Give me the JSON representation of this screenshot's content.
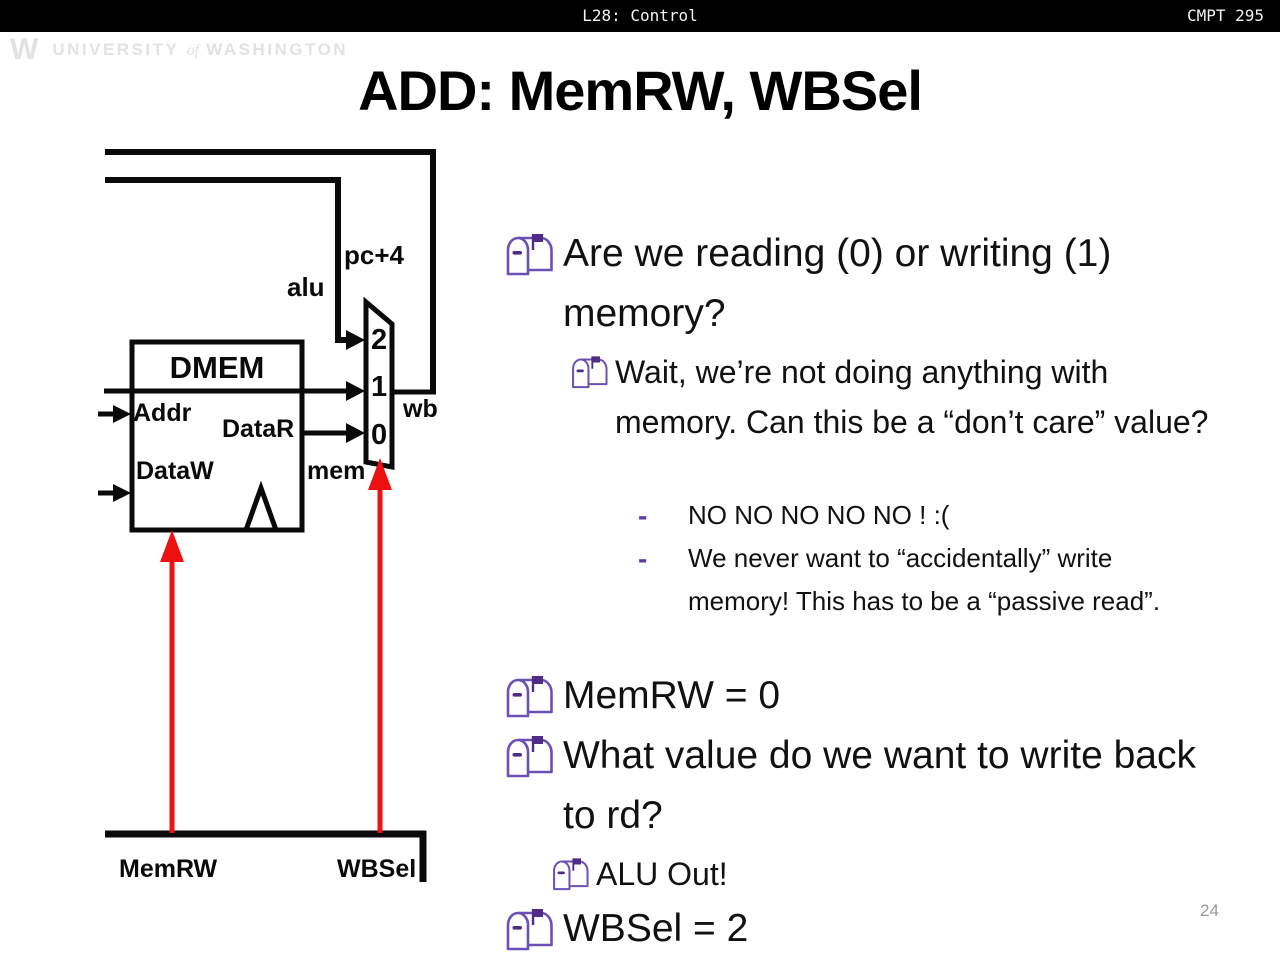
{
  "header": {
    "left_title": "L28: Control",
    "right_title": "CMPT 295"
  },
  "watermark": {
    "logo": "W",
    "university": "UNIVERSITY",
    "of": "of",
    "washington": "WASHINGTON"
  },
  "slide": {
    "title": "ADD: MemRW, WBSel",
    "page_number": "24"
  },
  "colors": {
    "header_bg": "#000000",
    "header_text": "#f2f2f2",
    "bullet_purple": "#4f2d87",
    "mailbox_outline": "#6c50b4",
    "wire_black": "#0a0a0a",
    "control_signal_red": "#ee1111",
    "page_number_gray": "#999999",
    "watermark_gray": "#e2e2e2"
  },
  "diagram": {
    "labels": {
      "pc4": "pc+4",
      "alu": "alu",
      "dmem": "DMEM",
      "addr": "Addr",
      "datar": "DataR",
      "dataw": "DataW",
      "mem": "mem",
      "mux_in2": "2",
      "mux_in1": "1",
      "mux_in0": "0",
      "wb": "wb",
      "memrw": "MemRW",
      "wbsel": "WBSel"
    }
  },
  "bullets": [
    {
      "level": 1,
      "marker": "mailbox-icon",
      "text": "Are we reading (0) or writing (1) memory?"
    },
    {
      "level": 2,
      "marker": "mailbox-icon",
      "text": "Wait, we’re not doing anything with memory. Can this be a “don’t care” value?"
    },
    {
      "level": 3,
      "marker": "-",
      "text": "NO NO NO NO NO ! :("
    },
    {
      "level": 3,
      "marker": "-",
      "text": "We never want to “accidentally” write memory! This has to be a “passive read”."
    },
    {
      "level": 1,
      "marker": "mailbox-icon",
      "text": "MemRW = 0"
    },
    {
      "level": 1,
      "marker": "mailbox-icon",
      "text": "What value do we want to write back to rd?"
    },
    {
      "level": 2,
      "marker": "mailbox-icon",
      "text": "ALU Out!"
    },
    {
      "level": 1,
      "marker": "mailbox-icon",
      "text": "WBSel = 2"
    }
  ]
}
